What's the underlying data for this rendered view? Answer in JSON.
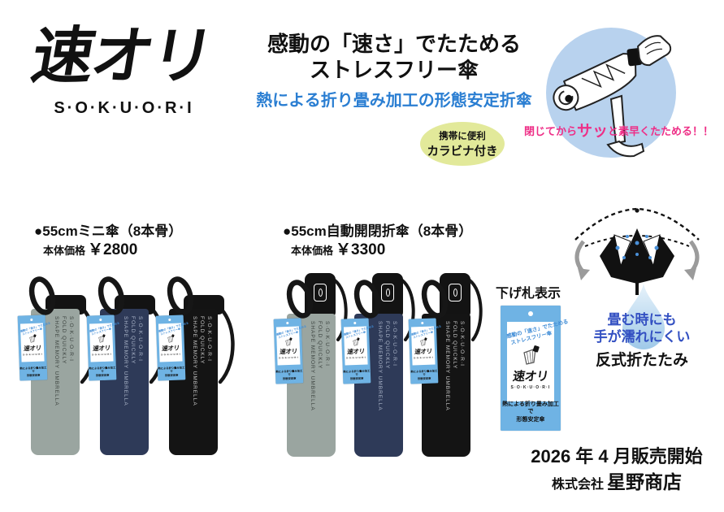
{
  "brand": {
    "logo": "速オリ",
    "romaji": "S·O·K·U·O·R·I"
  },
  "headline": {
    "line1": "感動の「速さ」でたためる",
    "line2": "ストレスフリー傘",
    "subtitle": "熱による折り畳み加工の形態安定折傘"
  },
  "badge": {
    "line1": "携帯に便利",
    "line2": "カラビナ付き"
  },
  "fold_callout": {
    "prefix": "閉じてから",
    "emphasis": "サッ",
    "suffix": "と素早くたためる！！"
  },
  "products": [
    {
      "title": "●55cmミニ傘（8本骨）",
      "price_label": "本体価格",
      "price": "￥2800",
      "variants": [
        "gray",
        "navy",
        "black"
      ]
    },
    {
      "title": "●55cm自動開閉折傘（8本骨）",
      "price_label": "本体価格",
      "price": "￥3300",
      "variants": [
        "gray",
        "navy",
        "black"
      ]
    }
  ],
  "sleeve_text": {
    "line1": "S·O·K·U·O·R·I",
    "line2": "FOLD QUICKLY",
    "line3": "SHAPE MEMORY UMBRELLA"
  },
  "hang_tag": {
    "label": "下げ札表示",
    "tag_line1": "感動の「速さ」でたためる",
    "tag_line2": "ストレスフリー傘",
    "bottom_line1": "熱による折り畳み加工で",
    "bottom_line2": "形態安定傘"
  },
  "reverse_fold": {
    "line1": "畳む時にも",
    "line2": "手が濡れにくい",
    "caption": "反式折たたみ"
  },
  "release": {
    "date": "2026 年 4 月販売開始",
    "company_prefix": "株式会社",
    "company_name": "星野商店"
  },
  "colors": {
    "subtitle_blue": "#2a7ed2",
    "callout_pink": "#ee2f87",
    "badge_green": "#e2e99a",
    "circle_blue": "#b8d2ee",
    "tag_blue": "#6fb3e4",
    "sleeve_gray": "#9aa5a0",
    "sleeve_navy": "#2e3a58",
    "sleeve_black": "#141414",
    "reverse_text_blue": "#3350c2",
    "water_drop_blue": "#9fc9e8"
  }
}
